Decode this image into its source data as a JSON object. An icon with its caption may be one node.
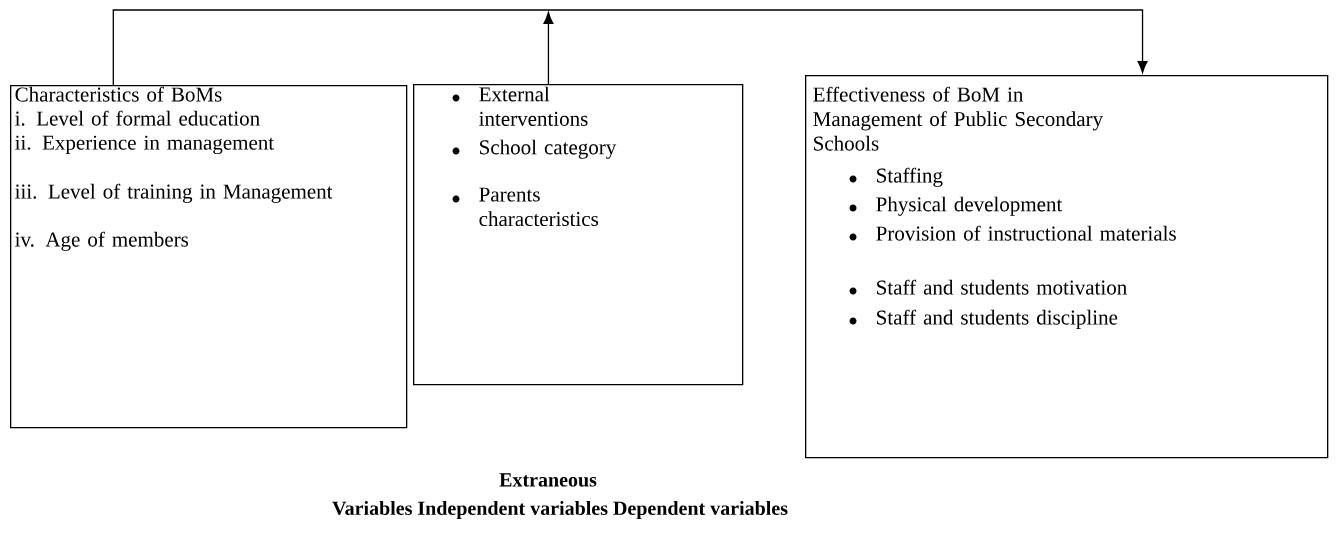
{
  "diagram": {
    "nodes": [
      {
        "text": [
          "Characteristics of BoMs",
          "i. Level of formal education",
          "ii. Experience in management",
          "iii. Level of training in Management",
          "iv. Age of members"
        ]
      },
      {
        "text": [
          "External interventions",
          "School category",
          "Parents characteristics"
        ]
      },
      {
        "text": [
          "Effectiveness of BoM in Management of Public Secondary Schools",
          "Staffing",
          "Physical development",
          "Provision of instructional materials",
          "Staff and students motivation",
          "Staff and students discipline"
        ]
      }
    ],
    "edges": [
      {
        "from": 0,
        "to": 2,
        "arrow": "to"
      },
      {
        "from": 1,
        "to": null,
        "arrow": "to"
      }
    ],
    "labels": [
      "Extraneous",
      "Variables Independent variables Dependent variables"
    ]
  }
}
